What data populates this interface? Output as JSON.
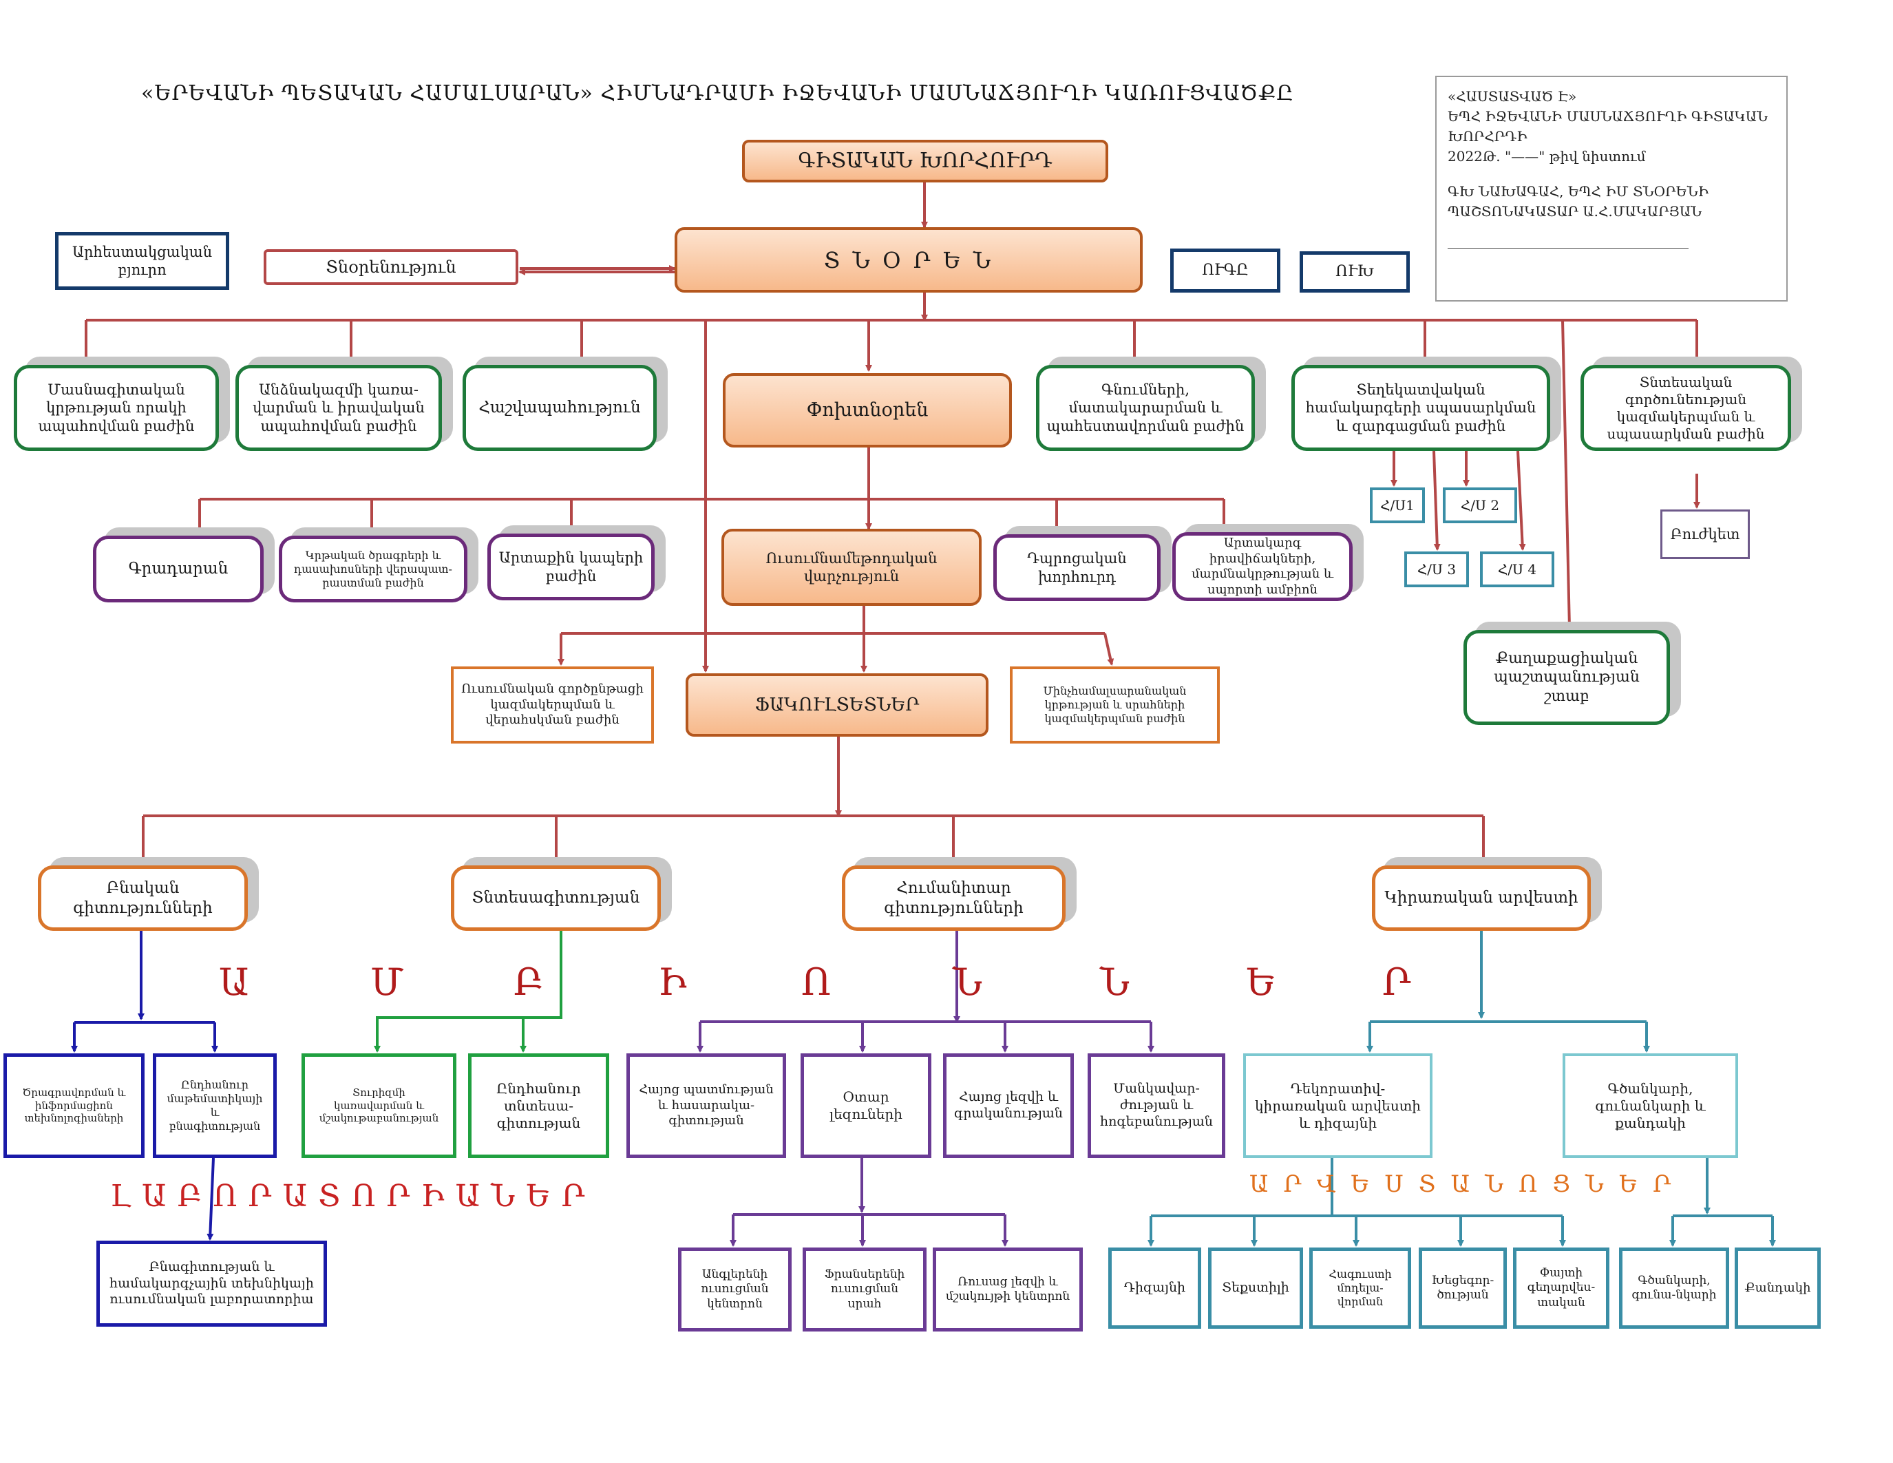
{
  "header": {
    "title": "«ԵՐԵՎԱՆԻ ՊԵՏԱԿԱՆ ՀԱՄԱԼՍԱՐԱՆ»  ՀԻՄՆԱԴՐԱՄԻ ԻՋԵՎԱՆԻ ՄԱՍՆԱՃՅՈՒՂԻ ԿԱՌՈՒՑՎԱԾՔԸ",
    "approval": [
      "«ՀԱՍՏԱՏՎԱԾ Է»",
      "ԵՊՀ ԻՋԵՎԱՆԻ ՄԱՍՆԱՃՅՈՒՂԻ ԳԻՏԱԿԱՆ",
      "ԽՈՐՀՐԴԻ",
      "2022Թ.  \"——\" թիվ նիստում",
      "ԳԽ ՆԱԽԱԳԱՀ, ԵՊՀ ԻՄ ՏՆՕՐԵՆԻ",
      "ՊԱՇՏՈՆԱԿԱՏԱՐ Ա.Հ.ՄԱԿԱՐՅԱՆ"
    ]
  },
  "nodes": {
    "scientific_council": "ԳԻՏԱԿԱՆ     ԽՈՐՀՈՒՐԴ",
    "director": "Տ Ն Օ Ր Ե Ն",
    "directorate": "Տնօրենություն",
    "branding_bureau": "Արհեստակցական բյուրո",
    "usgk": "ՈՒԳԸ",
    "ukh": "ՈՒԽ",
    "quality_dept": "Մասնագիտական կրթության որակի ապահովման բաժին",
    "hr_legal_dept": "Անձնակազմի կառա-վարման  և իրավական ապահովման բաժին",
    "accounting": "Հաշվապահություն",
    "deputy_director": "Փոխտնօրեն",
    "procurement_dept": "Գնումների, մատակարարման և պահեստավորման բաժին",
    "it_dept": "Տեղեկատվական համակարգերի սպասարկման և զարգացման բաժին",
    "econ_dept": "Տնտեսական գործունեության կազմակերպման և սպասարկման բաժին",
    "ha1": "Հ/Ս1",
    "ha2": "Հ/Ս 2",
    "ha3": "Հ/Ս 3",
    "ha4": "Հ/Ս 4",
    "buffet": "Բուժկետ",
    "library": "Գրադարան",
    "qualification_dept": "Կրթական ծրագրերի և դասախոսների վերապատ-րաստման բաժին",
    "external_relations": "Արտաքին կապերի բաժին",
    "teaching_management": "Ուսումնամեթոդական վարչություն",
    "student_council": "Դպրոցական խորհուրդ",
    "extracurricular": "Արտակարգ իրավիճակների, մարմնակրթության և սպորտի ամբիոն",
    "civil_defense": "Քաղաքացիական պաշտպանության շտաբ",
    "learning_process_dept": "Ուսումնական գործընթացի կազմակերպման և վերահսկման բաժին",
    "faculties": "ՖԱԿՈՒԼՏԵՏՆԵՐ",
    "preuniversity_dept": "Մինչհամալսարանական կրթության և սրահների կազմակերպման բաժին",
    "fac_natural": "Բնական գիտությունների",
    "fac_economics": "Տնտեսագիտության",
    "fac_humanities": "Հումանիտար գիտությունների",
    "fac_applied_arts": "Կիրառական արվեստի"
  },
  "departments_word": [
    "Ա",
    "Մ",
    "Բ",
    "Ի",
    "Ո",
    "Ն",
    "Ն",
    "Ե",
    "Ր"
  ],
  "chairs": {
    "informatics": "Ծրագրավորման և ինֆորմացիոն տեխնոլոգիաների",
    "general_math": "Ընդհանուր մաթեմատիկայի և բնագիտության",
    "tourism": "Տուրիզմի կառավարման և մշակութաբանության",
    "general_economics": "Ընդհանուր տնտեսա-գիտության",
    "armenian_history": "Հայոց պատմության և հասարակա-գիտության",
    "foreign_languages": "Օտար լեզուների",
    "armenian_language": "Հայոց լեզվի և գրականության",
    "pedagogy": "Մանկավար-ժության և հոգեբանության",
    "decorative_arts": "Դեկորատիվ-կիրառական արվեստի և դիզայնի",
    "painting": "Գծանկարի, գունանկարի և քանդակի"
  },
  "labs_label": "ԼԱԲՈՐԱՏՈՐԻԱՆԵՐ",
  "lab": "Բնագիտության և համակարգչային տեխնիկայի ուսումնական լաբորատորիա",
  "centers": {
    "english": "Անգլերենի ուսուցման կենտրոն",
    "french": "Ֆրանսերենի ուսուցման սրահ",
    "russian": "Ռուսաց լեզվի և մշակույթի կենտրոն"
  },
  "workshops_label": "ԱՐՎԵՍՏԱՆՈՑՆԵՐ",
  "workshops": {
    "design": "Դիզայնի",
    "textile": "Տեքստիլի",
    "wood": "Հագուստի մոդելա-վորման",
    "ceramics": "Խեցեգոր-ծության",
    "metal": "Փայտի գեղարվես-տական",
    "drawing": "Գծանկարի, գունա-նկարի",
    "sculpture": "Քանդակի"
  },
  "colors": {
    "wire_red": "#b34747",
    "wire_navy": "#1a1aa8",
    "wire_green": "#20a040",
    "wire_purple": "#6a3b95",
    "wire_teal": "#3a8ea6"
  }
}
